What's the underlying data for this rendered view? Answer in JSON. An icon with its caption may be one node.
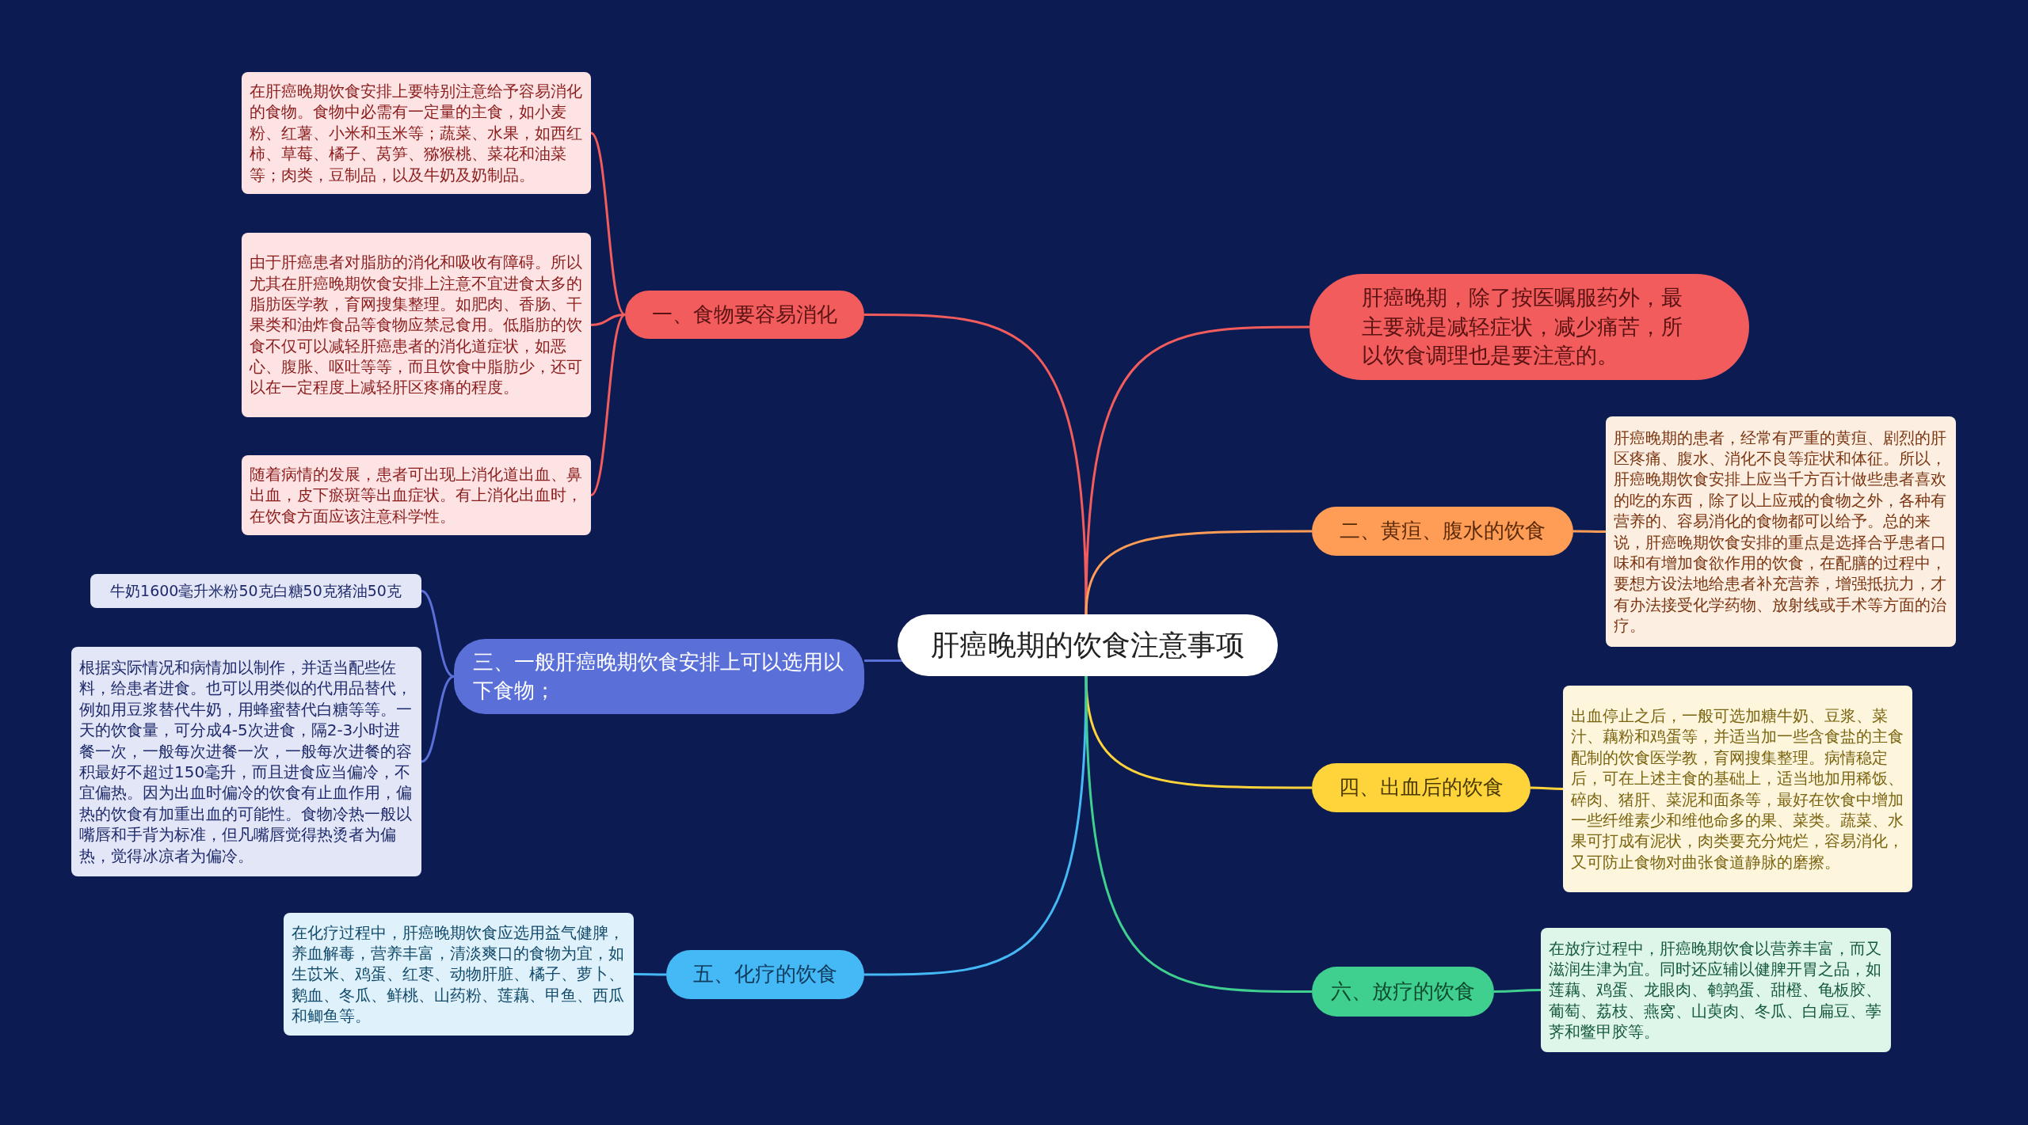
{
  "diagram": {
    "nodes": [
      {
        "text": [
          "肝癌晚期的饮食注意事项"
        ]
      },
      {
        "text": [
          "肝癌晚期，除了按医嘱服药外，最主要就是减轻症状，减少痛苦，所以饮食调理也是要注意的。"
        ]
      },
      {
        "text": [
          "一、食物要容易消化"
        ]
      },
      {
        "text": [
          "在肝癌晚期饮食安排上要特别注意给予容易消化的食物。食物中必需有一定量的主食，如小麦粉、红薯、小米和玉米等；蔬菜、水果，如西红柿、草莓、橘子、莴笋、猕猴桃、菜花和油菜等；肉类，豆制品，以及牛奶及奶制品。"
        ]
      },
      {
        "text": [
          "由于肝癌患者对脂肪的消化和吸收有障碍。所以尤其在肝癌晚期饮食安排上注意不宜进食太多的脂肪医学教，育网搜集整理。如肥肉、香肠、干果类和油炸食品等食物应禁忌食用。低脂肪的饮食不仅可以减轻肝癌患者的消化道症状，如恶心、腹胀、呕吐等等，而且饮食中脂肪少，还可以在一定程度上减轻肝区疼痛的程度。"
        ]
      },
      {
        "text": [
          "随着病情的发展，患者可出现上消化道出血、鼻出血，皮下瘀斑等出血症状。有上消化出血时，在饮食方面应该注意科学性。"
        ]
      },
      {
        "text": [
          "二、黄疸、腹水的饮食"
        ]
      },
      {
        "text": [
          "肝癌晚期的患者，经常有严重的黄疸、剧烈的肝区疼痛、腹水、消化不良等症状和体征。所以，肝癌晚期饮食安排上应当千方百计做些患者喜欢的吃的东西，除了以上应戒的食物之外，各种有营养的、容易消化的食物都可以给予。总的来说，肝癌晚期饮食安排的重点是选择合乎患者口味和有增加食欲作用的饮食，在配膳的过程中，要想方设法地给患者补充营养，增强抵抗力，才有办法接受化学药物、放射线或手术等方面的治疗。"
        ]
      },
      {
        "text": [
          "三、一般肝癌晚期饮食安排上可以选用以下食物；"
        ]
      },
      {
        "text": [
          "牛奶1600毫升米粉50克白糖50克猪油50克"
        ]
      },
      {
        "text": [
          "根据实际情况和病情加以制作，并适当配些佐料，给患者进食。也可以用类似的代用品替代，例如用豆浆替代牛奶，用蜂蜜替代白糖等等。一天的饮食量，可分成4-5次进食，隔2-3小时进餐一次，一般每次进餐一次，一般每次进餐的容积最好不超过150毫升，而且进食应当偏冷，不宜偏热。因为出血时偏冷的饮食有止血作用，偏热的饮食有加重出血的可能性。食物冷热一般以嘴唇和手背为标准，但凡嘴唇觉得热烫者为偏热，觉得冰凉者为偏冷。"
        ]
      },
      {
        "text": [
          "四、出血后的饮食"
        ]
      },
      {
        "text": [
          "出血停止之后，一般可选加糖牛奶、豆浆、菜汁、藕粉和鸡蛋等，并适当加一些含食盐的主食配制的饮食医学教，育网搜集整理。病情稳定后，可在上述主食的基础上，适当地加用稀饭、碎肉、猪肝、菜泥和面条等，最好在饮食中增加一些纤维素少和维他命多的果、菜类。蔬菜、水果可打成有泥状，肉类要充分炖烂，容易消化，又可防止食物对曲张食道静脉的磨擦。"
        ]
      },
      {
        "text": [
          "五、化疗的饮食"
        ]
      },
      {
        "text": [
          "在化疗过程中，肝癌晚期饮食应选用益气健脾，养血解毒，营养丰富，清淡爽口的食物为宜，如生苡米、鸡蛋、红枣、动物肝脏、橘子、萝卜、鹅血、冬瓜、鲜桃、山药粉、莲藕、甲鱼、西瓜和鲫鱼等。"
        ]
      },
      {
        "text": [
          "六、放疗的饮食"
        ]
      },
      {
        "text": [
          "在放疗过程中，肝癌晚期饮食以营养丰富，而又滋润生津为宜。同时还应辅以健脾开胃之品，如莲藕、鸡蛋、龙眼肉、鹌鹑蛋、甜橙、龟板胶、葡萄、荔枝、燕窝、山萸肉、冬瓜、白扁豆、荸荠和鳖甲胶等。"
        ]
      }
    ],
    "edges": [
      {
        "from": 0,
        "to": 1,
        "arrow": "none",
        "color": "#f25c5c"
      },
      {
        "from": 0,
        "to": 2,
        "arrow": "none",
        "color": "#f25c5c"
      },
      {
        "from": 2,
        "to": 3,
        "arrow": "none",
        "color": "#f25c5c"
      },
      {
        "from": 2,
        "to": 4,
        "arrow": "none",
        "color": "#f25c5c"
      },
      {
        "from": 2,
        "to": 5,
        "arrow": "none",
        "color": "#f25c5c"
      },
      {
        "from": 0,
        "to": 6,
        "arrow": "none",
        "color": "#ff9d57"
      },
      {
        "from": 6,
        "to": 7,
        "arrow": "none",
        "color": "#ff9d57"
      },
      {
        "from": 0,
        "to": 8,
        "arrow": "none",
        "color": "#5a6fd8"
      },
      {
        "from": 8,
        "to": 9,
        "arrow": "none",
        "color": "#5a6fd8"
      },
      {
        "from": 8,
        "to": 10,
        "arrow": "none",
        "color": "#5a6fd8"
      },
      {
        "from": 0,
        "to": 11,
        "arrow": "none",
        "color": "#ffd43b"
      },
      {
        "from": 11,
        "to": 12,
        "arrow": "none",
        "color": "#ffd43b"
      },
      {
        "from": 0,
        "to": 13,
        "arrow": "none",
        "color": "#45b9f5"
      },
      {
        "from": 13,
        "to": 14,
        "arrow": "none",
        "color": "#45b9f5"
      },
      {
        "from": 0,
        "to": 15,
        "arrow": "none",
        "color": "#3fcf8e"
      },
      {
        "from": 15,
        "to": 16,
        "arrow": "none",
        "color": "#3fcf8e"
      }
    ]
  }
}
